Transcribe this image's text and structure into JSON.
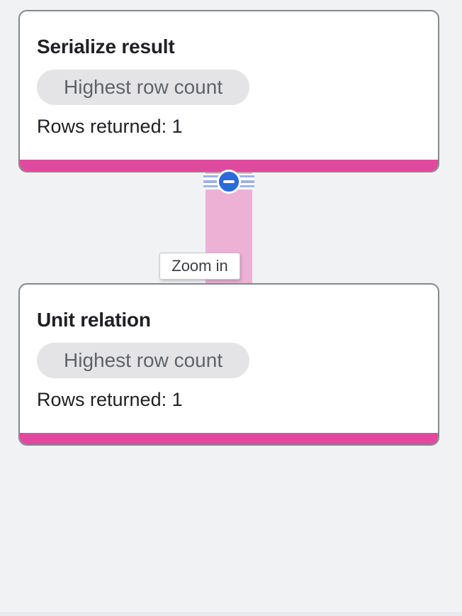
{
  "theme": {
    "canvas-bg": "#f1f2f4",
    "accent-magenta": "#e04a9e",
    "edge-pink": "#edb1d6",
    "circle-blue": "#2b6bd8",
    "stripe-blue": "#9eb2e3",
    "badge-bg": "#e4e4e7"
  },
  "graph": {
    "nodes": [
      {
        "title": "Serialize result",
        "badge": "Highest row count",
        "rows_label": "Rows returned: 1"
      },
      {
        "title": "Unit relation",
        "badge": "Highest row count",
        "rows_label": "Rows returned: 1"
      }
    ],
    "edge": {
      "collapse_icon": "minus-circle-icon",
      "row_lines_icon": "row-lines-icon"
    }
  },
  "tooltip": {
    "label": "Zoom in"
  }
}
